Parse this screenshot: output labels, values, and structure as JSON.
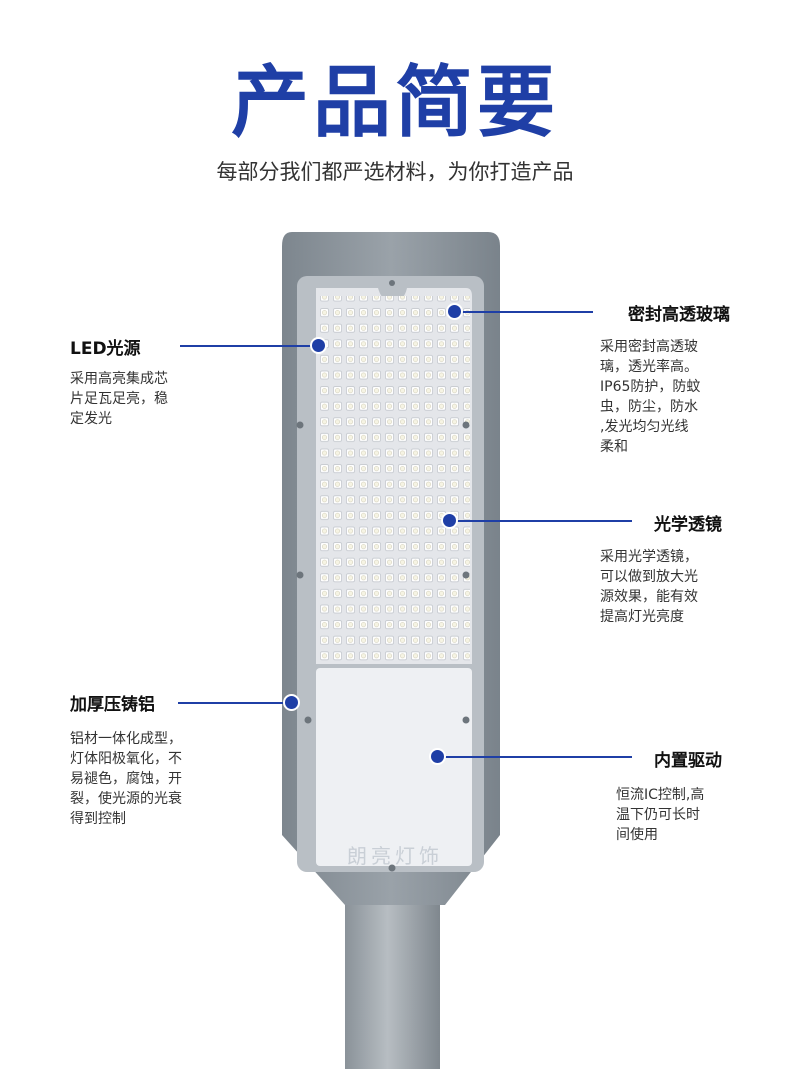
{
  "title": "产品简要",
  "subtitle": "每部分我们都严选材料，为你打造产品",
  "watermark": "朗亮灯饰",
  "features": {
    "led": {
      "heading": "LED光源",
      "desc": [
        "采用高亮集成芯",
        "片足瓦足亮，稳",
        "定发光"
      ]
    },
    "glass": {
      "heading": "密封高透玻璃",
      "desc": [
        "采用密封高透玻",
        "璃，透光率高。",
        "IP65防护，防蚊",
        "虫，防尘，防水",
        ",发光均匀光线",
        "柔和"
      ]
    },
    "lens": {
      "heading": "光学透镜",
      "desc": [
        "采用光学透镜，",
        "可以做到放大光",
        "源效果，能有效",
        "提高灯光亮度"
      ]
    },
    "aluminum": {
      "heading": "加厚压铸铝",
      "desc": [
        "铝材一体化成型，",
        "灯体阳极氧化，不",
        "易褪色，腐蚀，开",
        "裂，使光源的光衰",
        "得到控制"
      ]
    },
    "driver": {
      "heading": "内置驱动",
      "desc": [
        "恒流IC控制,高",
        "温下仍可长时",
        "间使用"
      ]
    }
  },
  "colors": {
    "accent": "#1f3fa6",
    "housing": "#8e979f",
    "panel": "#eef0f3"
  }
}
